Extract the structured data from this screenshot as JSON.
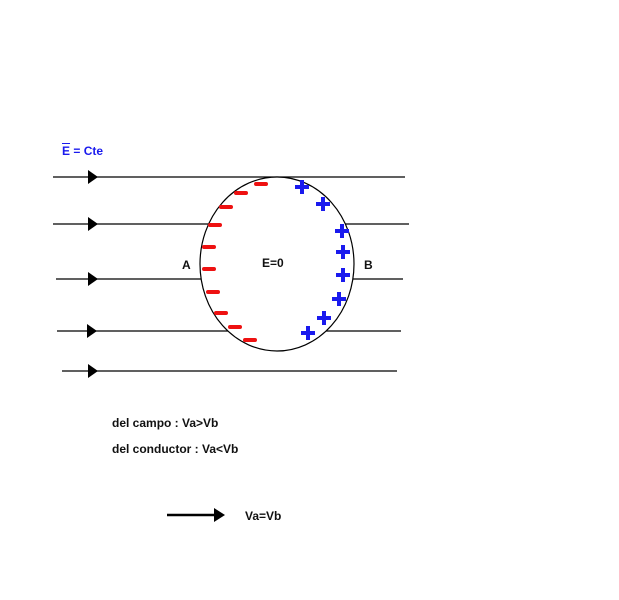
{
  "field_label": {
    "vector": "E",
    "rest": " = Cte"
  },
  "point_a": "A",
  "point_b": "B",
  "inside_field": "E=0",
  "statements": [
    "del campo : Va>Vb",
    "del conductor : Va<Vb"
  ],
  "result": "Va=Vb",
  "colors": {
    "negative": "#ee1111",
    "positive": "#1a1aee",
    "lines": "#000000",
    "label": "#1a1aee"
  },
  "charges": {
    "negative_count": 10,
    "positive_count": 8
  }
}
